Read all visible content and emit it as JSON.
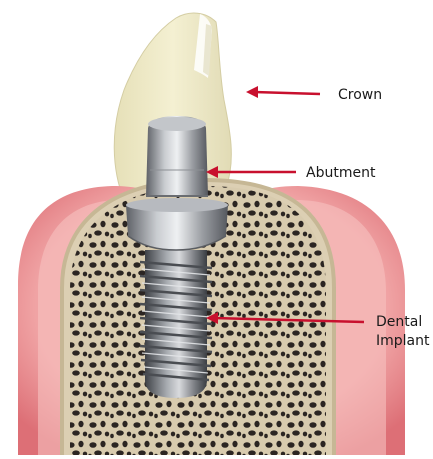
{
  "labels": {
    "crown": "Crown",
    "abutment": "Abutment",
    "implant_line1": "Dental",
    "implant_line2": "Implant"
  },
  "colors": {
    "arrow": "#c8102e",
    "gum": "#e8868a",
    "gum_light": "#f4b6b4",
    "bone": "#ddd0b4",
    "bone_pore": "#2b2522",
    "crown": "#f0ecc8",
    "metal": "#8a8d92"
  }
}
